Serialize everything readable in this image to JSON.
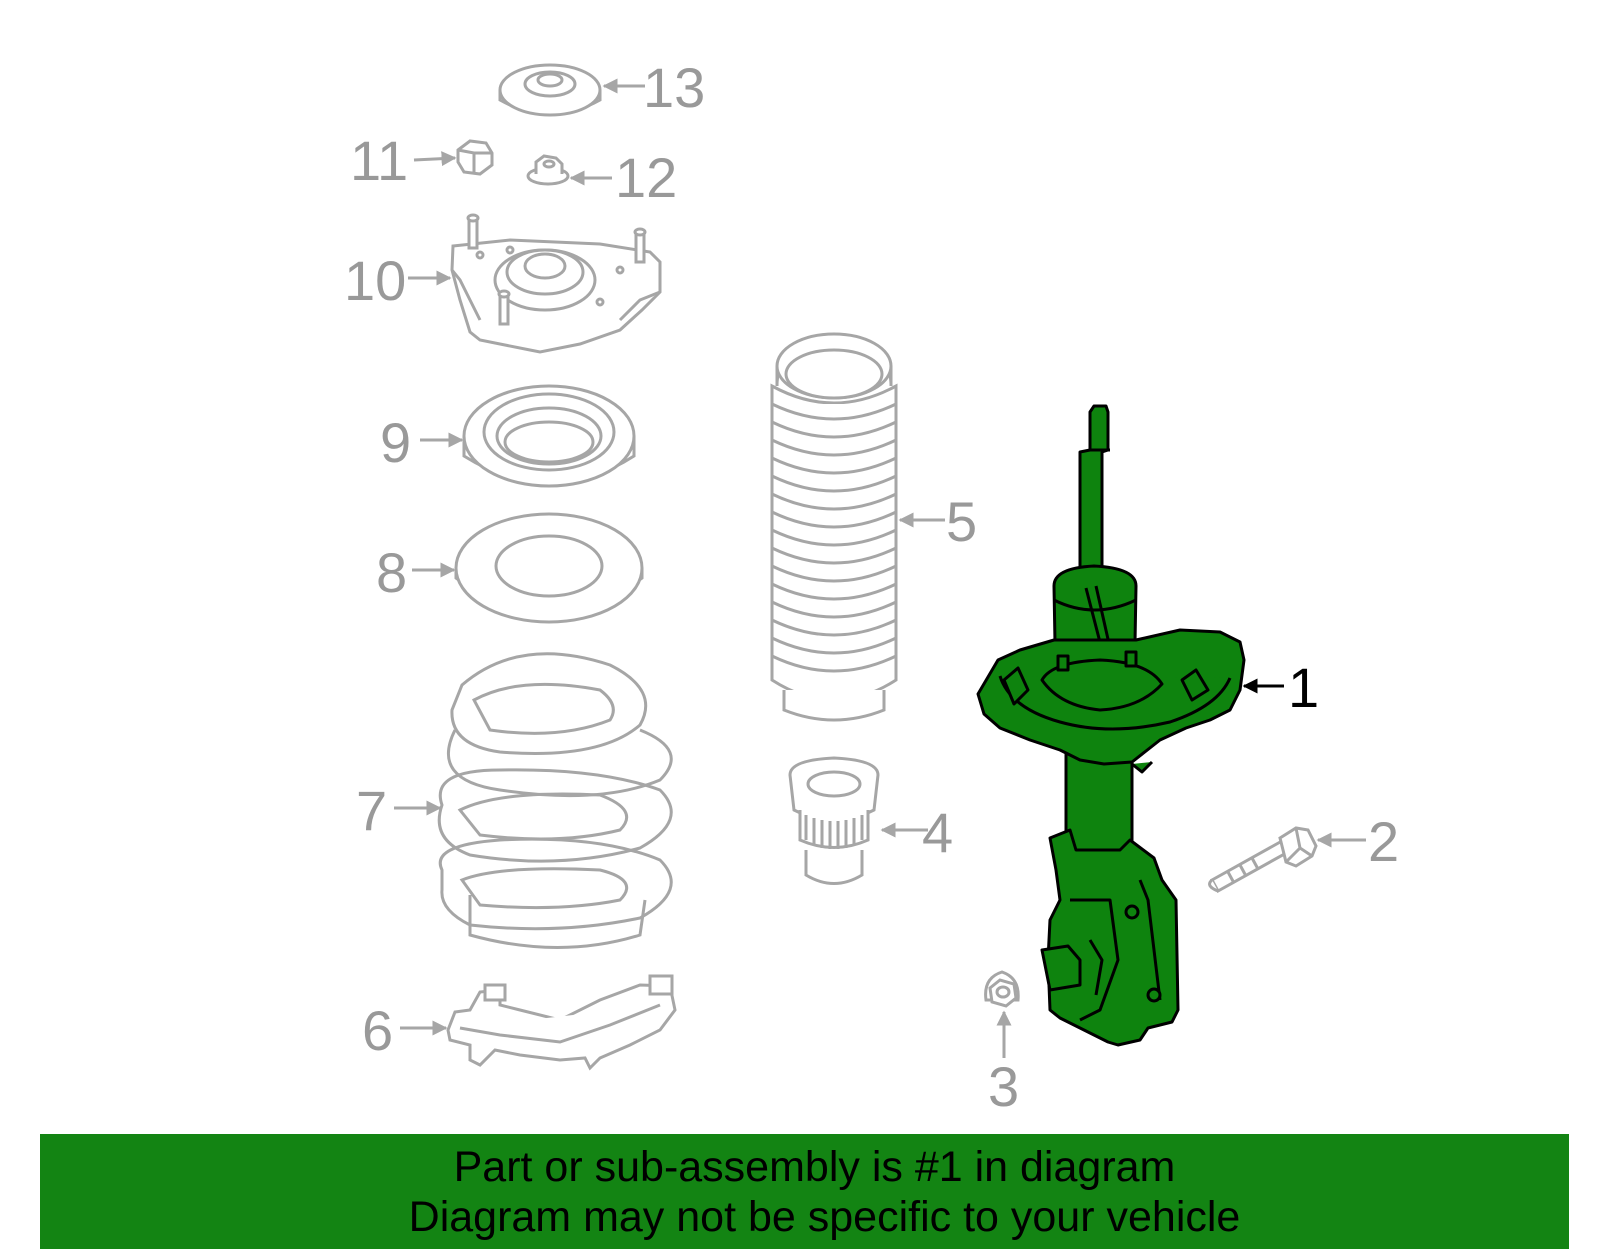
{
  "colors": {
    "part_line": "#a6a6a6",
    "label_text": "#999999",
    "highlight_fill": "#0e830e",
    "highlight_line": "#000000",
    "banner_bg": "#138413",
    "banner_text": "#000000"
  },
  "callouts": {
    "c1": "1",
    "c2": "2",
    "c3": "3",
    "c4": "4",
    "c5": "5",
    "c6": "6",
    "c7": "7",
    "c8": "8",
    "c9": "9",
    "c10": "10",
    "c11": "11",
    "c12": "12",
    "c13": "13"
  },
  "banner": {
    "line1": "Part or sub-assembly is #1 in diagram",
    "line2": "Diagram may not be specific to your vehicle"
  }
}
